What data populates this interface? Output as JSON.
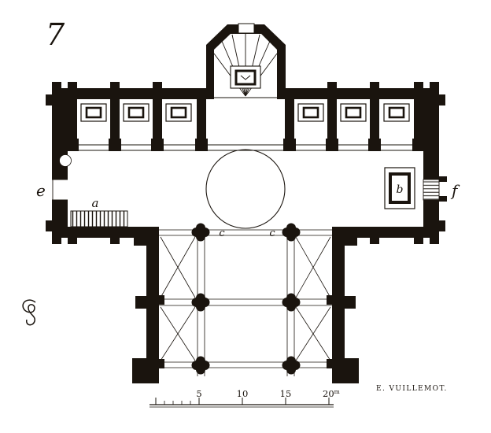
{
  "figure": {
    "number": "7",
    "signature": "E. VUILLEMOT."
  },
  "labels": {
    "stair": "a",
    "altar": "b",
    "crossing_left": "c",
    "crossing_right": "c",
    "west_door": "e",
    "east_door": "f"
  },
  "scale_bar": {
    "marks": [
      "5",
      "10",
      "15",
      "20"
    ],
    "unit": "m"
  },
  "colors": {
    "ink": "#1a140e",
    "paper": "#ffffff"
  }
}
